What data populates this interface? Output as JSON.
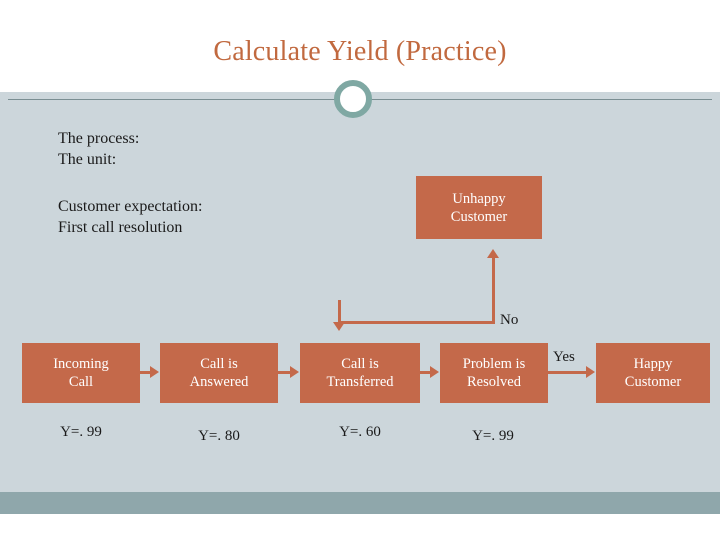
{
  "slide": {
    "title": "Calculate Yield (Practice)",
    "accent_color": "#c1693f",
    "box_color": "#c4694a",
    "background_color": "#ccd6db",
    "footer_color": "#8fa7ab"
  },
  "notes": {
    "process_block": "The process:\nThe unit:",
    "expectation_block": "Customer expectation:\nFirst call resolution"
  },
  "diagram": {
    "boxes": [
      {
        "id": "unhappy-customer",
        "label": "Unhappy\nCustomer"
      },
      {
        "id": "incoming-call",
        "label": "Incoming\nCall"
      },
      {
        "id": "call-answered",
        "label": "Call is\nAnswered"
      },
      {
        "id": "call-transferred",
        "label": "Call is\nTransferred"
      },
      {
        "id": "problem-resolved",
        "label": "Problem is\nResolved"
      },
      {
        "id": "happy-customer",
        "label": "Happy\nCustomer"
      }
    ],
    "yields": [
      {
        "id": "yield-incoming",
        "value": "Y=. 99"
      },
      {
        "id": "yield-answered",
        "value": "Y=. 80"
      },
      {
        "id": "yield-transferred",
        "value": "Y=. 60"
      },
      {
        "id": "yield-resolved",
        "value": "Y=. 99"
      }
    ],
    "branch_labels": {
      "no": "No",
      "yes": "Yes"
    }
  }
}
